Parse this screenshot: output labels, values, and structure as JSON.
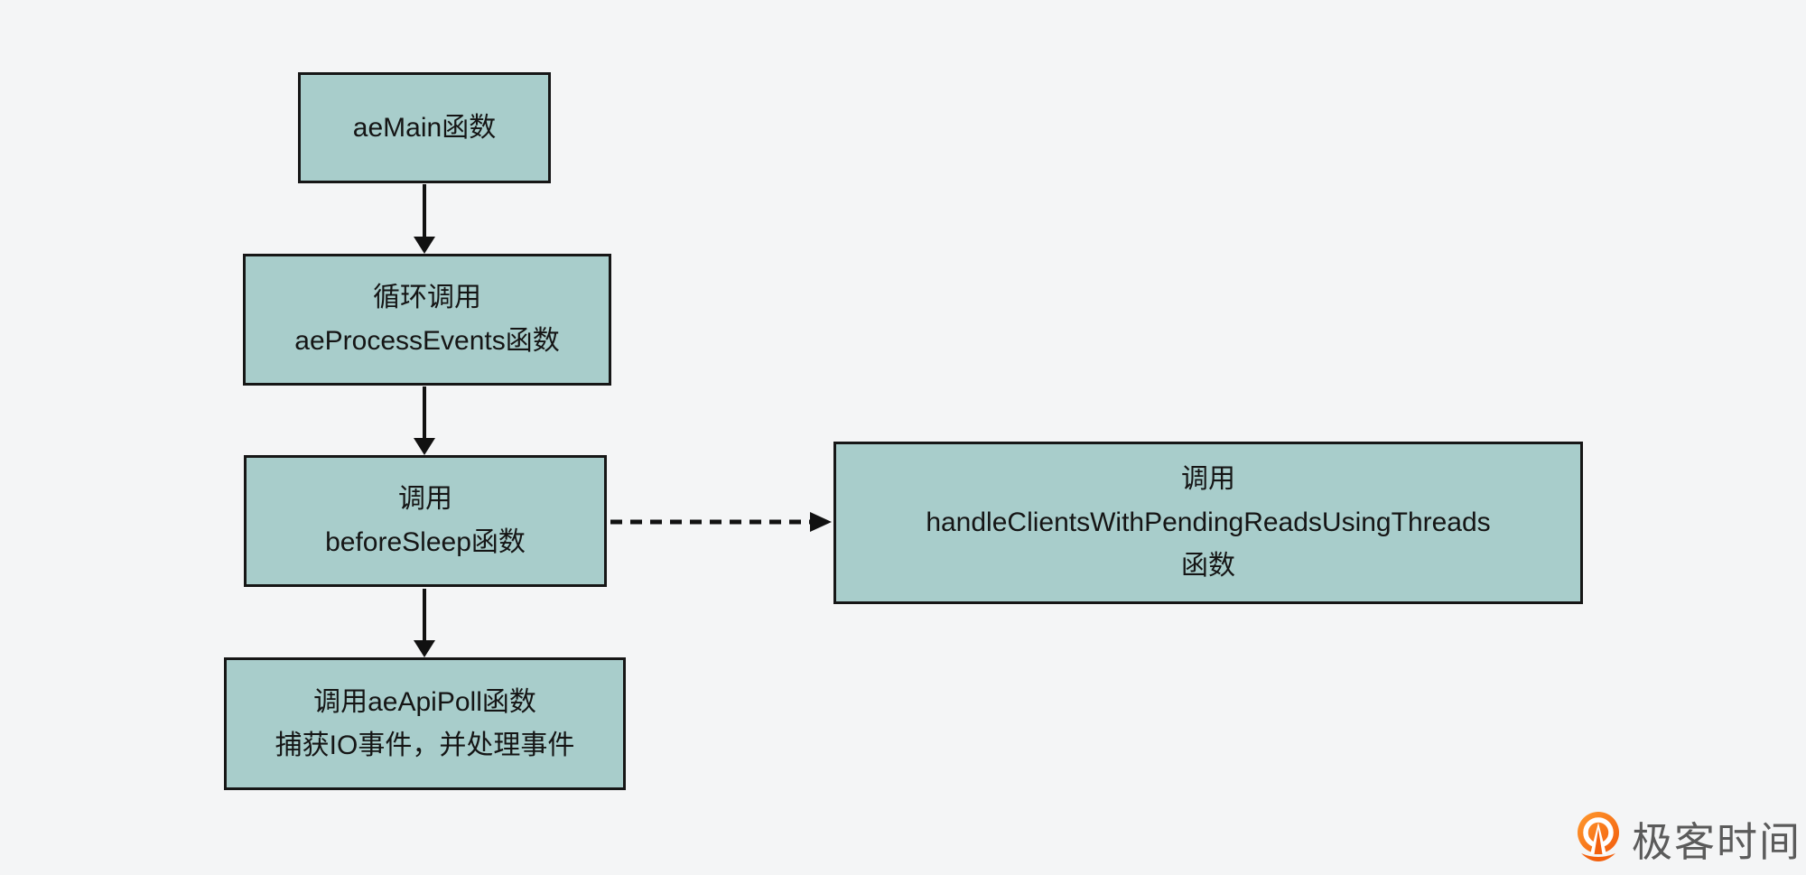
{
  "page": {
    "background_color": "#f4f5f6"
  },
  "diagram": {
    "type": "flowchart",
    "box_fill_color": "#a8cdcb",
    "box_border_color": "#161616",
    "text_color": "#151515",
    "arrow_color": "#111111",
    "nodes": [
      {
        "id": "aemain",
        "label": "aeMain函数"
      },
      {
        "id": "loop-aeprocessevents",
        "label": "循环调用\naeProcessEvents函数"
      },
      {
        "id": "beforesleep",
        "label": "调用\nbeforeSleep函数"
      },
      {
        "id": "aeapipoll",
        "label": "调用aeApiPoll函数\n捕获IO事件，并处理事件"
      },
      {
        "id": "handleclients",
        "label": "调用\nhandleClientsWithPendingReadsUsingThreads\n函数"
      }
    ],
    "edges": [
      {
        "from": "aemain",
        "to": "loop-aeprocessevents",
        "style": "solid",
        "direction": "down"
      },
      {
        "from": "loop-aeprocessevents",
        "to": "beforesleep",
        "style": "solid",
        "direction": "down"
      },
      {
        "from": "beforesleep",
        "to": "aeapipoll",
        "style": "solid",
        "direction": "down"
      },
      {
        "from": "beforesleep",
        "to": "handleclients",
        "style": "dashed",
        "direction": "right"
      }
    ]
  },
  "branding": {
    "logo_text": "极客时间",
    "logo_text_color": "#5b5b5b",
    "logo_orange_light": "#ff9a2e",
    "logo_orange_dark": "#f25b0c",
    "logo_icon": "geektime-logo-icon"
  }
}
